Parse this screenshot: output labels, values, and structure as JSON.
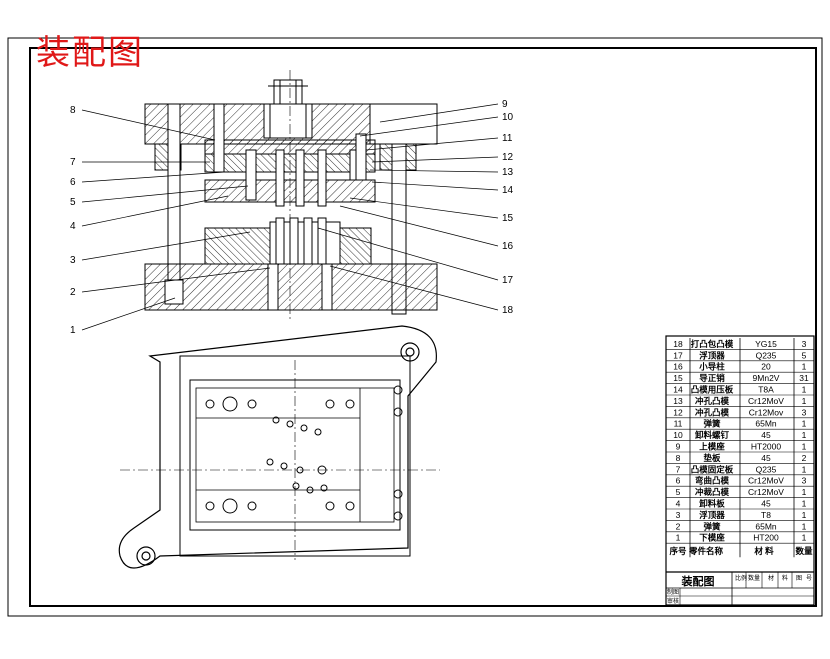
{
  "drawing": {
    "title": "装配图",
    "part_labels": [
      "1",
      "2",
      "3",
      "4",
      "5",
      "6",
      "7",
      "8",
      "9",
      "10",
      "11",
      "12",
      "13",
      "14",
      "15",
      "16",
      "17",
      "18"
    ]
  },
  "bom": {
    "header": {
      "no": "序号",
      "name": "零件名称",
      "material": "材 料",
      "qty": "数量"
    },
    "rows": [
      {
        "no": "18",
        "name": "打凸包凸模",
        "material": "YG15",
        "qty": "3"
      },
      {
        "no": "17",
        "name": "浮顶器",
        "material": "Q235",
        "qty": "5"
      },
      {
        "no": "16",
        "name": "小导柱",
        "material": "20",
        "qty": "1"
      },
      {
        "no": "15",
        "name": "导正销",
        "material": "9Mn2V",
        "qty": "31"
      },
      {
        "no": "14",
        "name": "凸模用压板",
        "material": "T8A",
        "qty": "1"
      },
      {
        "no": "13",
        "name": "冲孔凸模",
        "material": "Cr12MoV",
        "qty": "1"
      },
      {
        "no": "12",
        "name": "冲孔凸模",
        "material": "Cr12Mov",
        "qty": "3"
      },
      {
        "no": "11",
        "name": "弹簧",
        "material": "65Mn",
        "qty": "1"
      },
      {
        "no": "10",
        "name": "卸料螺钉",
        "material": "45",
        "qty": "1"
      },
      {
        "no": "9",
        "name": "上模座",
        "material": "HT2000",
        "qty": "1"
      },
      {
        "no": "8",
        "name": "垫板",
        "material": "45",
        "qty": "2"
      },
      {
        "no": "7",
        "name": "凸模固定板",
        "material": "Q235",
        "qty": "1"
      },
      {
        "no": "6",
        "name": "弯曲凸模",
        "material": "Cr12MoV",
        "qty": "3"
      },
      {
        "no": "5",
        "name": "冲裁凸模",
        "material": "Cr12MoV",
        "qty": "1"
      },
      {
        "no": "4",
        "name": "卸料板",
        "material": "45",
        "qty": "1"
      },
      {
        "no": "3",
        "name": "浮顶器",
        "material": "T8",
        "qty": "1"
      },
      {
        "no": "2",
        "name": "弹簧",
        "material": "65Mn",
        "qty": "1"
      },
      {
        "no": "1",
        "name": "下模座",
        "material": "HT200",
        "qty": "1"
      }
    ],
    "title_block": {
      "drawing_name": "装配图",
      "cols": [
        "比例",
        "数量",
        "材",
        "料",
        "图",
        "号"
      ],
      "rows_left": [
        "制图",
        "审核"
      ]
    }
  },
  "colors": {
    "line": "#000000",
    "title": "#e01818",
    "background": "#ffffff"
  }
}
